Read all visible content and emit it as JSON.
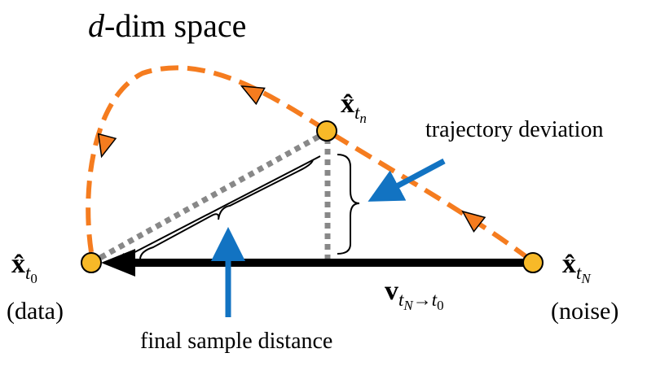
{
  "title": {
    "italic_d": "d",
    "rest": "-dim space"
  },
  "points": {
    "data": {
      "symbol": "x̂",
      "sub": "t",
      "subsub": "0",
      "caption": "(data)"
    },
    "noise": {
      "symbol": "x̂",
      "sub": "t",
      "subsub": "N",
      "caption": "(noise)"
    },
    "intermediate": {
      "symbol": "x̂",
      "sub": "t",
      "subsub": "n"
    }
  },
  "vector_label": {
    "symbol": "v",
    "sub": "t",
    "subsub_from": "N",
    "arrow": "→",
    "sub_to": "t",
    "subsub_to": "0"
  },
  "annotations": {
    "trajectory_deviation": "trajectory deviation",
    "final_sample_distance": "final sample distance"
  },
  "colors": {
    "trajectory": "#F57C1F",
    "point_fill": "#F7B928",
    "annotation_arrow": "#1273C2",
    "dotted": "#888888",
    "vector": "#000000"
  }
}
